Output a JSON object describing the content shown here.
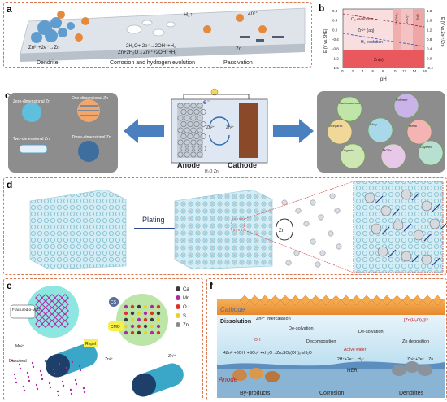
{
  "panel_a": {
    "label": "a",
    "gas": "H₂↑",
    "ion": "Zn²⁺",
    "eq_deposition": "Zn²⁺+2e⁻→Zn",
    "eq_her": "2H₂O+ 2e⁻→2OH⁻+H₂",
    "eq_corrosion": "Zn+2H₂O→Zn²⁺+2OH⁻+H₂",
    "metal": "Zn",
    "captions": [
      "Dendrite",
      "Corrosion and hydrogen evolution",
      "Passivation"
    ]
  },
  "panel_b": {
    "label": "b",
    "y_left": "E (V vs.SHE)",
    "y_right": "E (V vs.Zn²⁺/Zn)",
    "xlabel": "pH",
    "x_ticks": [
      "0",
      "2",
      "4",
      "6",
      "8",
      "10",
      "12",
      "14",
      "16"
    ],
    "y_left_ticks": [
      "0.8",
      "0.4",
      "0.0",
      "-0.4",
      "-0.8",
      "-1.2",
      "-1.6"
    ],
    "y_right_ticks": [
      "1.8",
      "1.6",
      "1.2",
      "0.8",
      "0.4",
      "0.0",
      "-0.4"
    ],
    "region_labels": {
      "o2": "O₂ evolution",
      "h2": "H₂ evolution",
      "zn_aq": "Zn²⁺ (aq)",
      "zn_s": "Zn(s)",
      "zn_oh": "Zn(OH)₂",
      "zno2": "ZnO₂²⁻",
      "zno": "ZnO"
    }
  },
  "panel_c": {
    "label": "c",
    "left_items": [
      "Zero-dimensional Zn",
      "One-dimensional Zn",
      "Two-dimensional Zn",
      "Three-dimensional Zn"
    ],
    "electron": "e⁻",
    "ion_a": "Zn²⁺",
    "ion_b": "Zn²⁺",
    "anode": "Anode",
    "cathode": "Cathode",
    "legend": "H₂O  Zn",
    "right_items": [
      "Carbonaceous",
      "Polymer",
      "Inorganic",
      "Alloy",
      "Metal",
      "Organic",
      "MOFs",
      "Layered"
    ]
  },
  "panel_d": {
    "label": "d",
    "arrow_label": "Plating",
    "ion": "Zn"
  },
  "panel_e": {
    "label": "e",
    "callouts": [
      "Fractured α-MnO₂",
      "Mn²⁺",
      "Dissolved",
      "Repel",
      "Zn²⁺",
      "CS",
      "CMO",
      "Zn²⁺"
    ],
    "legend": [
      {
        "name": "Ca",
        "color": "#3a3a3a"
      },
      {
        "name": "Mn",
        "color": "#b02aa6"
      },
      {
        "name": "O",
        "color": "#e0302a"
      },
      {
        "name": "S",
        "color": "#e8d22a"
      },
      {
        "name": "Zn",
        "color": "#8a8a8a"
      }
    ]
  },
  "panel_f": {
    "label": "f",
    "cathode": "Cathode",
    "anode": "Anode",
    "steps": [
      "Dissolution",
      "Zn²⁺ Intercalation",
      "De-solvation",
      "Decomposition",
      "De-solvation",
      "[Zn(H₂O)₆]²⁺"
    ],
    "eq_zhs": "4Zn²⁺+6OH⁻+SO₄²⁻+xH₂O→Zn₄SO₄(OH)₆·xH₂O",
    "eq_her": "2H⁺+2e⁻→H₂↑",
    "eq_zn": "Zn²⁺+2e⁻→Zn",
    "her": "HER",
    "active_water": "Active water",
    "zn_deposition": "Zn deposition",
    "oh": "OH⁻",
    "bottom": [
      "By-products",
      "Corrosion",
      "Dendrites"
    ]
  }
}
